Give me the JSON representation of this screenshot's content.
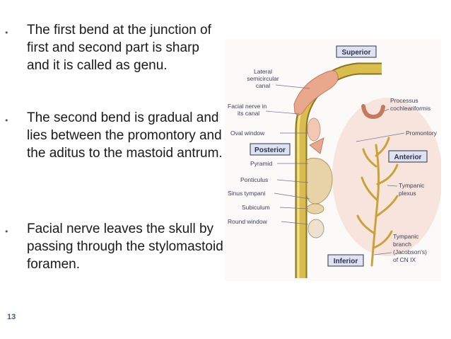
{
  "bullets": [
    {
      "marker": "•",
      "text": "The first bend at the junction of first and second part is sharp and it is called as genu."
    },
    {
      "marker": "•",
      "text": "The second bend is gradual and lies between the promontory and the aditus to the mastoid antrum."
    },
    {
      "marker": "•",
      "text": "Facial nerve leaves the skull by passing through the stylomastoid foramen."
    }
  ],
  "page_number": "13",
  "figure": {
    "boxes": {
      "superior": "Superior",
      "posterior": "Posterior",
      "anterior": "Anterior",
      "inferior": "Inferior"
    },
    "labels": {
      "lateral_scc_1": "Lateral",
      "lateral_scc_2": "semicircular",
      "lateral_scc_3": "canal",
      "facial_canal_1": "Facial nerve in",
      "facial_canal_2": "its canal",
      "oval_window": "Oval window",
      "pyramid": "Pyramid",
      "ponticulus": "Ponticulus",
      "sinus_tympani": "Sinus tympani",
      "subiculum": "Subiculum",
      "round_window": "Round window",
      "processus_1": "Processus",
      "processus_2": "cochleariformis",
      "promontory": "Promontory",
      "tympanic_plexus_1": "Tympanic",
      "tympanic_plexus_2": "plexus",
      "tympanic_branch_1": "Tympanic",
      "tympanic_branch_2": "branch",
      "tympanic_branch_3": "(Jacobson's)",
      "tympanic_branch_4": "of CN IX"
    }
  }
}
